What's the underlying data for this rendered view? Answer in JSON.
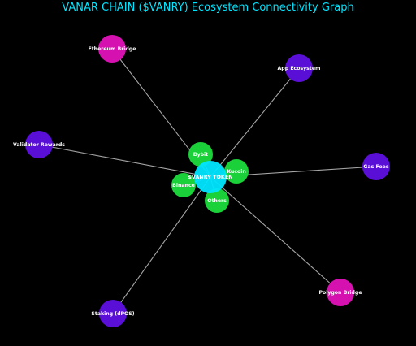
{
  "title": "VANAR CHAIN ($VANRY) Ecosystem Connectivity Graph",
  "colors": {
    "background": "#000000",
    "title": "#00e5ff",
    "edge": "#a6a6a6",
    "center": "#00e5ff",
    "exchange": "#1ad13a",
    "service": "#5a0fd6",
    "bridge": "#d511b0"
  },
  "center": {
    "id": "vanry",
    "label": "$VANRY TOKEN",
    "group": "center"
  },
  "exchanges": [
    {
      "id": "bybit",
      "label": "Bybit",
      "group": "exchange"
    },
    {
      "id": "kucoin",
      "label": "Kucoin",
      "group": "exchange"
    },
    {
      "id": "binance",
      "label": "Binance",
      "group": "exchange"
    },
    {
      "id": "others",
      "label": "Others",
      "group": "exchange"
    }
  ],
  "outer": [
    {
      "id": "ethereum-bridge",
      "label": "Ethereum Bridge",
      "group": "bridge"
    },
    {
      "id": "app-ecosystem",
      "label": "App Ecosystem",
      "group": "service"
    },
    {
      "id": "validator-rewards",
      "label": "Validator Rewards",
      "group": "service"
    },
    {
      "id": "gas-fees",
      "label": "Gas Fees",
      "group": "service"
    },
    {
      "id": "polygon-bridge",
      "label": "Polygon Bridge",
      "group": "bridge"
    },
    {
      "id": "staking",
      "label": "Staking (dPOS)",
      "group": "service"
    }
  ],
  "edges": [
    [
      "vanry",
      "bybit"
    ],
    [
      "vanry",
      "kucoin"
    ],
    [
      "vanry",
      "binance"
    ],
    [
      "vanry",
      "others"
    ],
    [
      "vanry",
      "ethereum-bridge"
    ],
    [
      "vanry",
      "app-ecosystem"
    ],
    [
      "vanry",
      "validator-rewards"
    ],
    [
      "vanry",
      "gas-fees"
    ],
    [
      "vanry",
      "polygon-bridge"
    ],
    [
      "vanry",
      "staking"
    ]
  ]
}
